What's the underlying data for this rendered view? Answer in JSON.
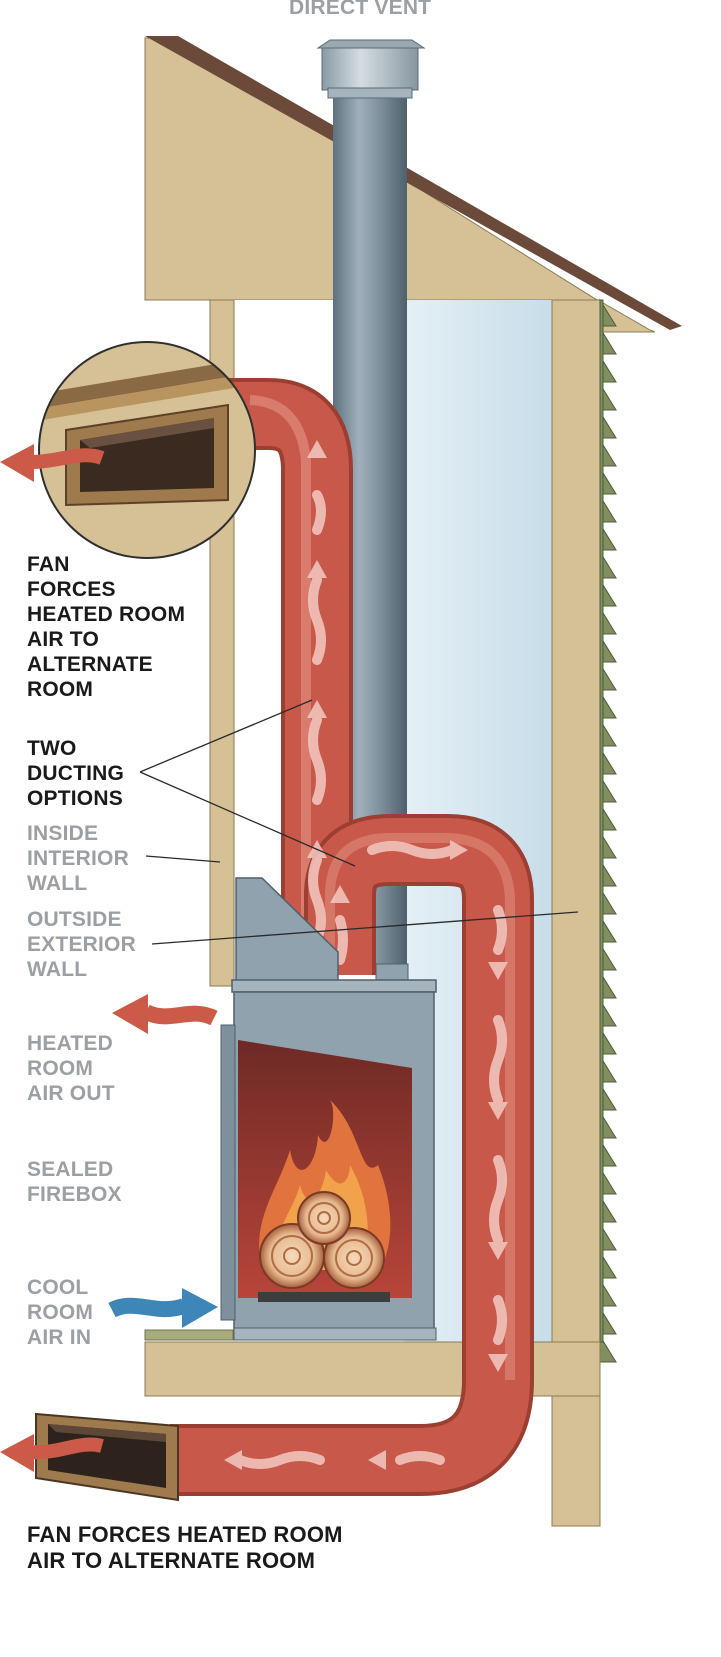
{
  "labels": {
    "direct_vent": "DIRECT VENT",
    "fan_forces_top": "FAN\nFORCES\nHEATED ROOM\nAIR TO\nALTERNATE\nROOM",
    "two_ducting": "TWO\nDUCTING\nOPTIONS",
    "inside_interior": "INSIDE\nINTERIOR\nWALL",
    "outside_exterior": "OUTSIDE\nEXTERIOR\nWALL",
    "heated_room_air_out": "HEATED\nROOM\nAIR OUT",
    "sealed_firebox": "SEALED\nFIREBOX",
    "cool_room_air_in": "COOL\nROOM\nAIR IN",
    "fan_forces_bottom": "FAN FORCES HEATED ROOM\nAIR TO ALTERNATE ROOM"
  },
  "colors": {
    "wall_tan": "#d5c195",
    "duct_red": "#c8594a",
    "pipe_grey": "#7e909c",
    "firebox_steel": "#8fa2ae",
    "hot_air_arrow": "#cc5a48",
    "cool_air_arrow": "#3f86b8",
    "siding_green": "#7f8f5f",
    "label_dark": "#1a1a1a",
    "label_grey": "#9aa0a4"
  }
}
